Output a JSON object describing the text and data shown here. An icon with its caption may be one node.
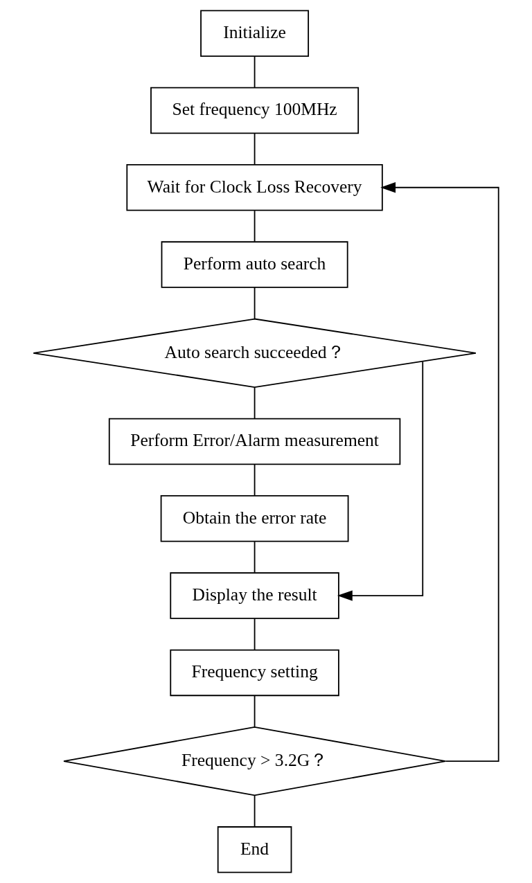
{
  "diagram": {
    "nodes": [
      {
        "text": [
          "Initialize"
        ]
      },
      {
        "text": [
          "Set frequency 100MHz"
        ]
      },
      {
        "text": [
          "Wait for Clock Loss Recovery"
        ]
      },
      {
        "text": [
          "Perform auto search"
        ]
      },
      {
        "text": [
          "Auto search succeeded？"
        ]
      },
      {
        "text": [
          "Perform Error/Alarm measurement"
        ]
      },
      {
        "text": [
          "Obtain the error rate"
        ]
      },
      {
        "text": [
          "Display the result"
        ]
      },
      {
        "text": [
          "Frequency setting"
        ]
      },
      {
        "text": [
          "Frequency > 3.2G？"
        ]
      },
      {
        "text": [
          "End"
        ]
      }
    ],
    "edges": [
      {
        "from": 0,
        "to": 1,
        "arrow": "none"
      },
      {
        "from": 1,
        "to": 2,
        "arrow": "none"
      },
      {
        "from": 2,
        "to": 3,
        "arrow": "none"
      },
      {
        "from": 3,
        "to": 4,
        "arrow": "none"
      },
      {
        "from": 4,
        "to": 5,
        "arrow": "none"
      },
      {
        "from": 5,
        "to": 6,
        "arrow": "none"
      },
      {
        "from": 6,
        "to": 7,
        "arrow": "none"
      },
      {
        "from": 7,
        "to": 8,
        "arrow": "none"
      },
      {
        "from": 8,
        "to": 9,
        "arrow": "none"
      },
      {
        "from": 9,
        "to": 10,
        "arrow": "none"
      },
      {
        "from": 4,
        "to": 7,
        "arrow": "to"
      },
      {
        "from": 9,
        "to": 2,
        "arrow": "to"
      }
    ]
  }
}
